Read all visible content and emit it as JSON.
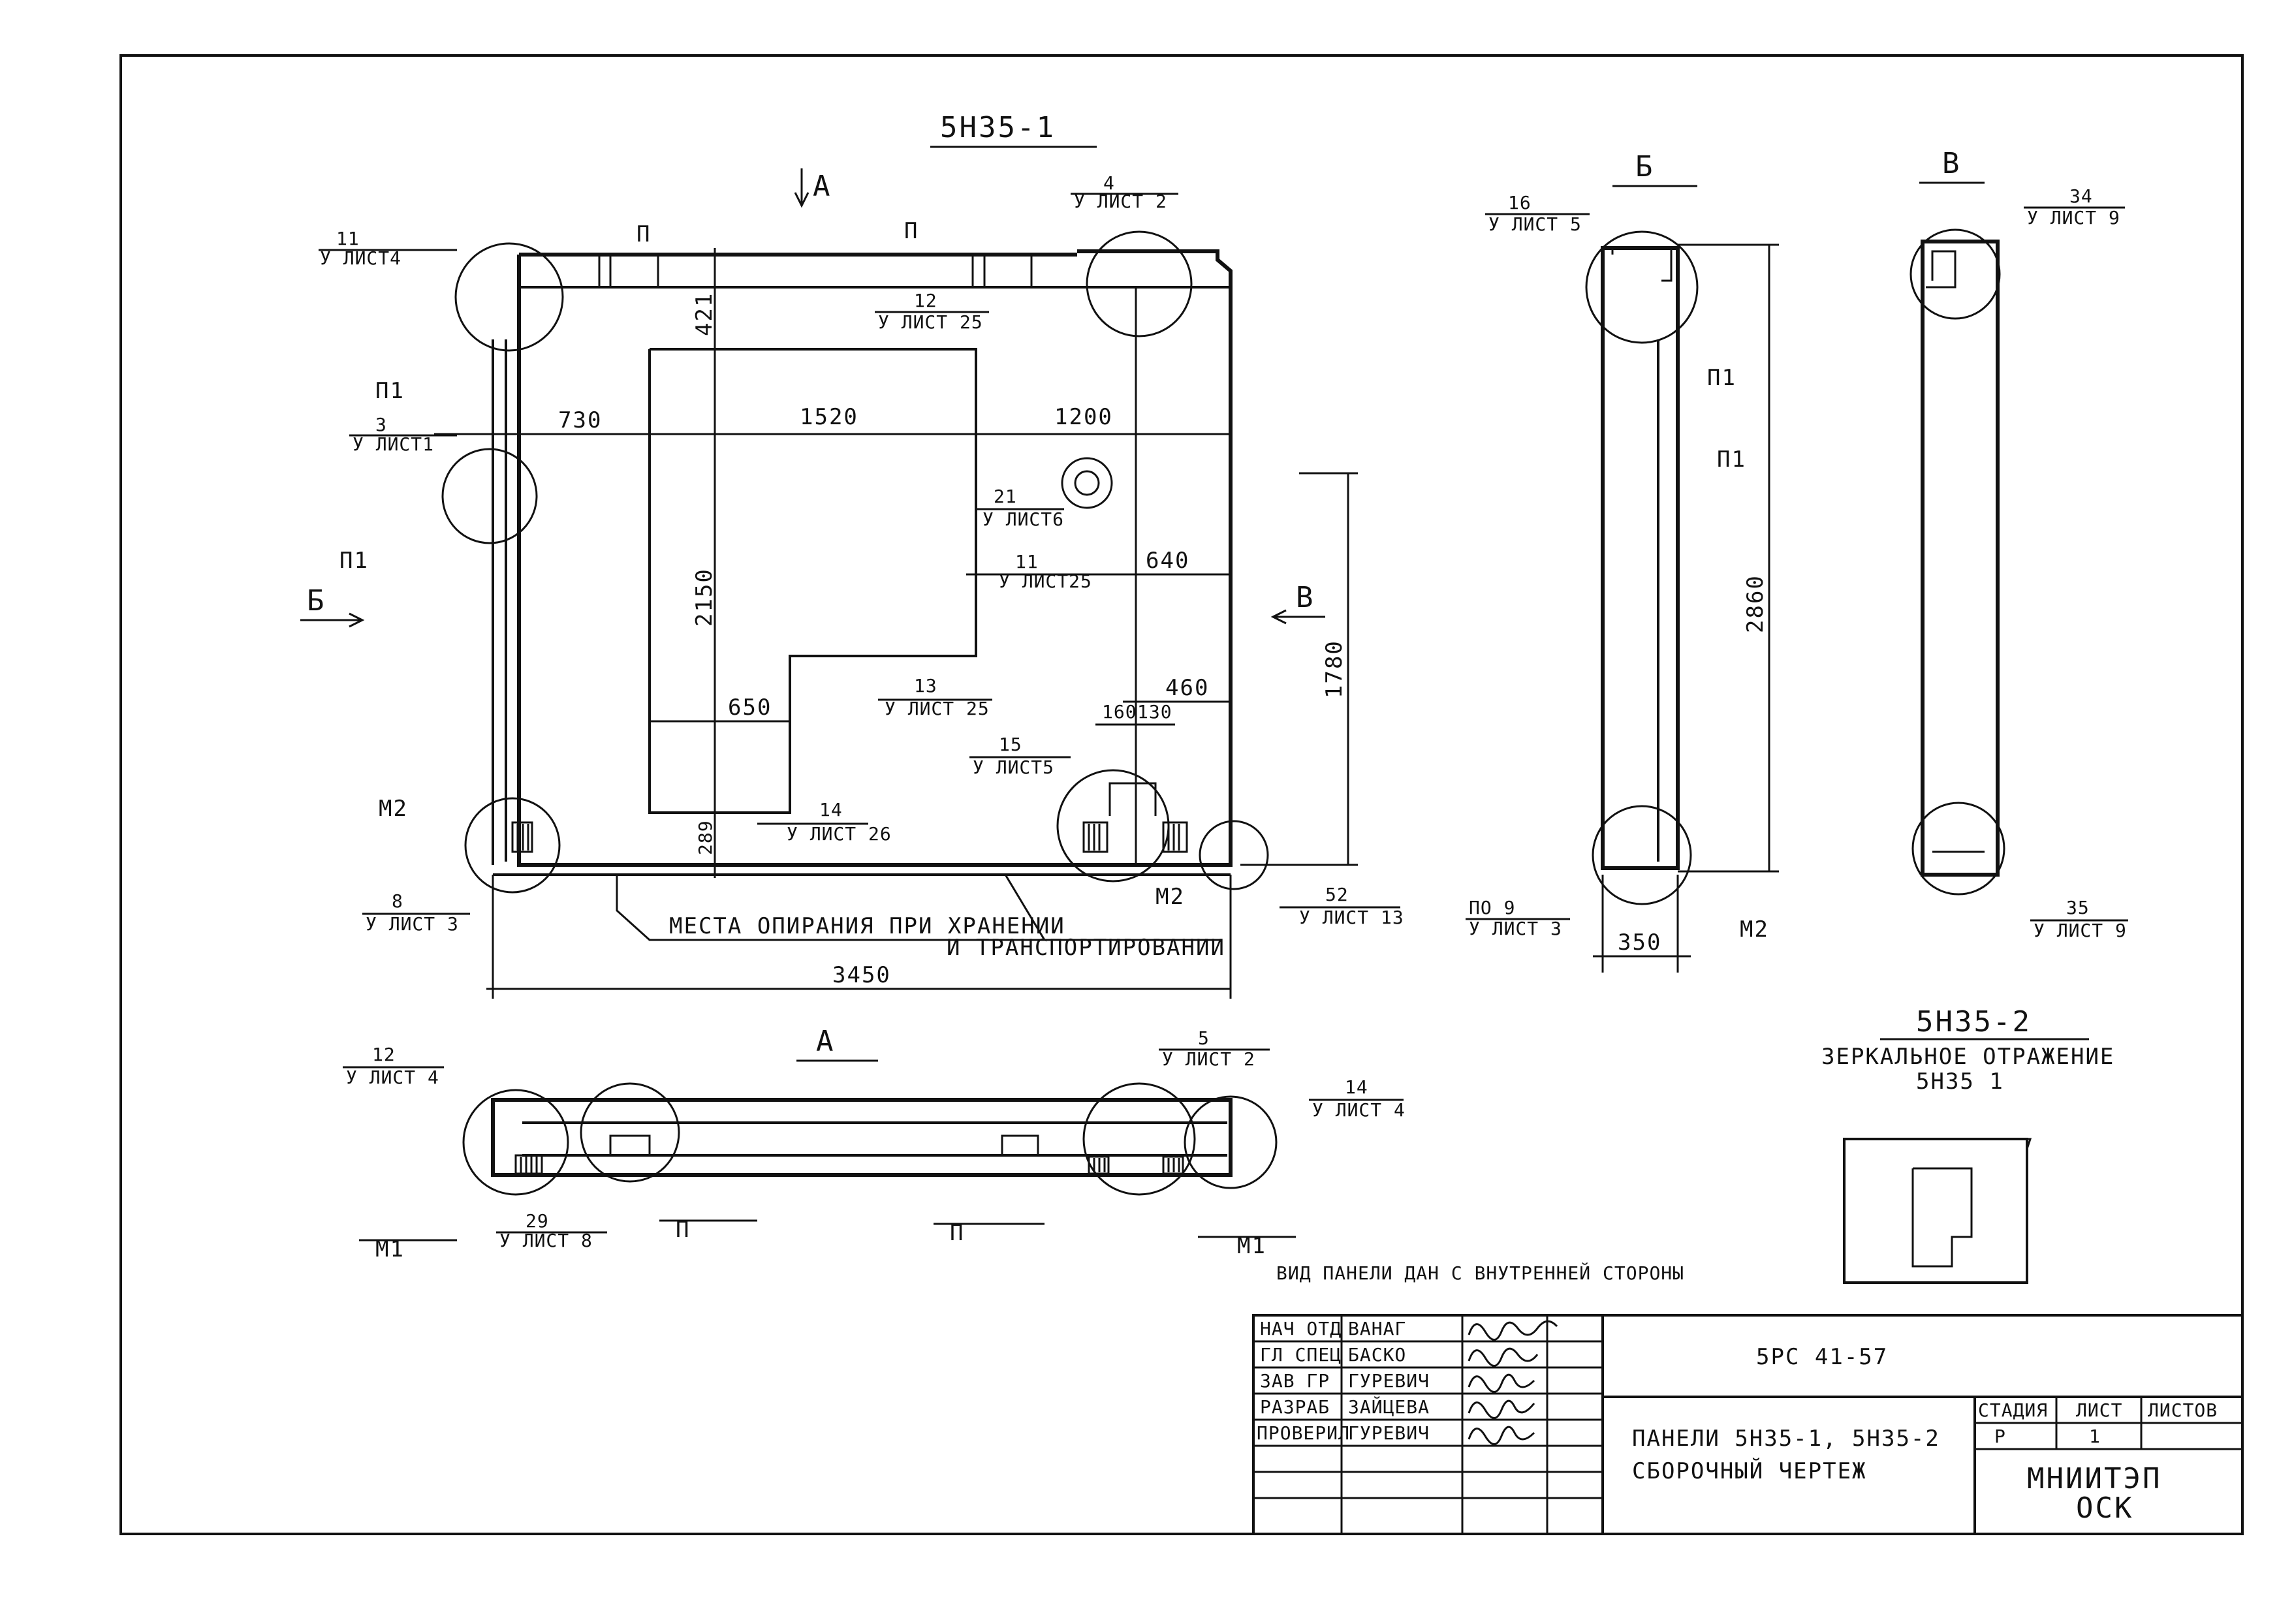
{
  "title_main": "5Н35-1",
  "view_a_arrow": "А",
  "view_b_arrow": "Б",
  "view_v_arrow": "В",
  "section_b_title": "Б",
  "section_v_title": "В",
  "section_a_title": "А",
  "dims": {
    "d730": "730",
    "d1520": "1520",
    "d1200": "1200",
    "d421": "421",
    "d2150": "2150",
    "d640": "640",
    "d460": "460",
    "d160": "160",
    "d130": "130",
    "d650": "650",
    "d289": "289",
    "d3450": "3450",
    "d1780": "1780",
    "d2860": "2860",
    "d350": "350"
  },
  "callouts": {
    "c11_num": "11",
    "c11_sheet": "У ЛИСТ4",
    "c4_num": "4",
    "c4_sheet": "У ЛИСТ 2",
    "c12a_num": "12",
    "c12a_sheet": "У ЛИСТ 25",
    "c3_num": "3",
    "c3_sheet": "У ЛИСТ1",
    "c21_num": "21",
    "c21_sheet": "У ЛИСТ6",
    "c11b_num": "11",
    "c11b_sheet": "У ЛИСТ25",
    "c13_num": "13",
    "c13_sheet": "У ЛИСТ 25",
    "c15_num": "15",
    "c15_sheet": "У ЛИСТ5",
    "c14a_num": "14",
    "c14a_sheet": "У ЛИСТ 26",
    "c8_num": "8",
    "c8_sheet": "У ЛИСТ 3",
    "c52_num": "52",
    "c52_sheet": "У ЛИСТ 13",
    "c16_num": "16",
    "c16_sheet": "У ЛИСТ 5",
    "c34_num": "34",
    "c34_sheet": "У ЛИСТ 9",
    "c9_num": "ПО 9",
    "c9_sheet": "У ЛИСТ 3",
    "c35_num": "35",
    "c35_sheet": "У ЛИСТ 9",
    "c12b_num": "12",
    "c12b_sheet": "У ЛИСТ 4",
    "c5_num": "5",
    "c5_sheet": "У ЛИСТ 2",
    "c14b_num": "14",
    "c14b_sheet": "У ЛИСТ 4",
    "c29_num": "29",
    "c29_sheet": "У ЛИСТ 8"
  },
  "marks": {
    "p": "П",
    "p1": "П1",
    "m1": "М1",
    "m2": "М2"
  },
  "support_note_1": "МЕСТА ОПИРАНИЯ ПРИ ХРАНЕНИИ",
  "support_note_2": "И ТРАНСПОРТИРОВАНИИ",
  "mirror_title": "5Н35-2",
  "mirror_note_1": "ЗЕРКАЛЬНОЕ ОТРАЖЕНИЕ",
  "mirror_note_2": "5Н35 1",
  "view_note": "ВИД ПАНЕЛИ ДАН С ВНУТРЕННЕЙ СТОРОНЫ",
  "title_block": {
    "rows": [
      {
        "role": "НАЧ ОТД",
        "name": "ВАНАГ"
      },
      {
        "role": "ГЛ СПЕЦ",
        "name": "БАСКО"
      },
      {
        "role": "ЗАВ ГР",
        "name": "ГУРЕВИЧ"
      },
      {
        "role": "РАЗРАБ",
        "name": "ЗАЙЦЕВА"
      },
      {
        "role": "ПРОВЕРИЛ",
        "name": "ГУРЕВИЧ"
      }
    ],
    "doc_code": "5РС 41-57",
    "drawing_name_1": "ПАНЕЛИ 5Н35-1, 5Н35-2",
    "drawing_name_2": "СБОРОЧНЫЙ ЧЕРТЕЖ",
    "stage_label": "СТАДИЯ",
    "sheet_label": "ЛИСТ",
    "sheets_label": "ЛИСТОВ",
    "stage_value": "Р",
    "sheet_value": "1",
    "org_1": "МНИИТЭП",
    "org_2": "ОСК"
  }
}
